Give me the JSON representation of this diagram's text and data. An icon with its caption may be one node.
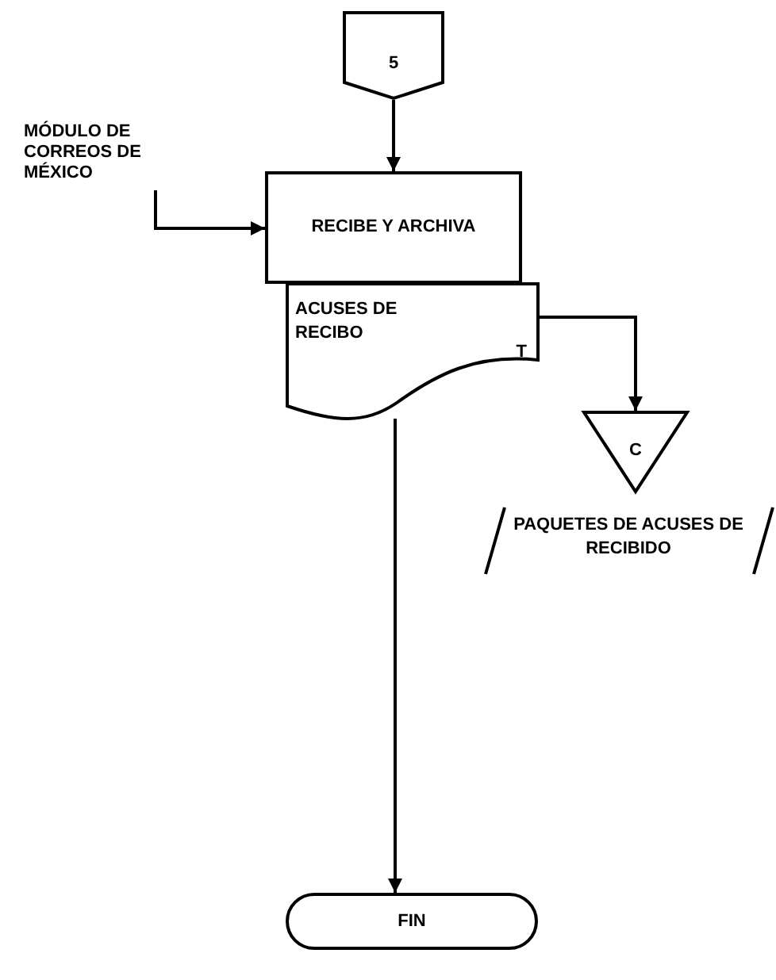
{
  "diagram": {
    "nodes": [
      {
        "text": [
          "5"
        ]
      },
      {
        "text": [
          "MÓDULO DE CORREOS DE MÉXICO"
        ]
      },
      {
        "text": [
          "RECIBE Y ARCHIVA"
        ]
      },
      {
        "text": [
          "ACUSES DE RECIBO",
          "T"
        ]
      },
      {
        "text": [
          "C"
        ],
        "beside": [
          "PAQUETES DE ACUSES DE RECIBIDO"
        ]
      },
      {
        "text": [
          "FIN"
        ]
      }
    ],
    "edges": [
      {
        "from": 0,
        "to": 2,
        "arrow": "to"
      },
      {
        "from": 1,
        "to": 2,
        "arrow": "to"
      },
      {
        "from": 3,
        "to": 4,
        "arrow": "to"
      },
      {
        "from": 3,
        "to": 5,
        "arrow": "to"
      }
    ]
  }
}
